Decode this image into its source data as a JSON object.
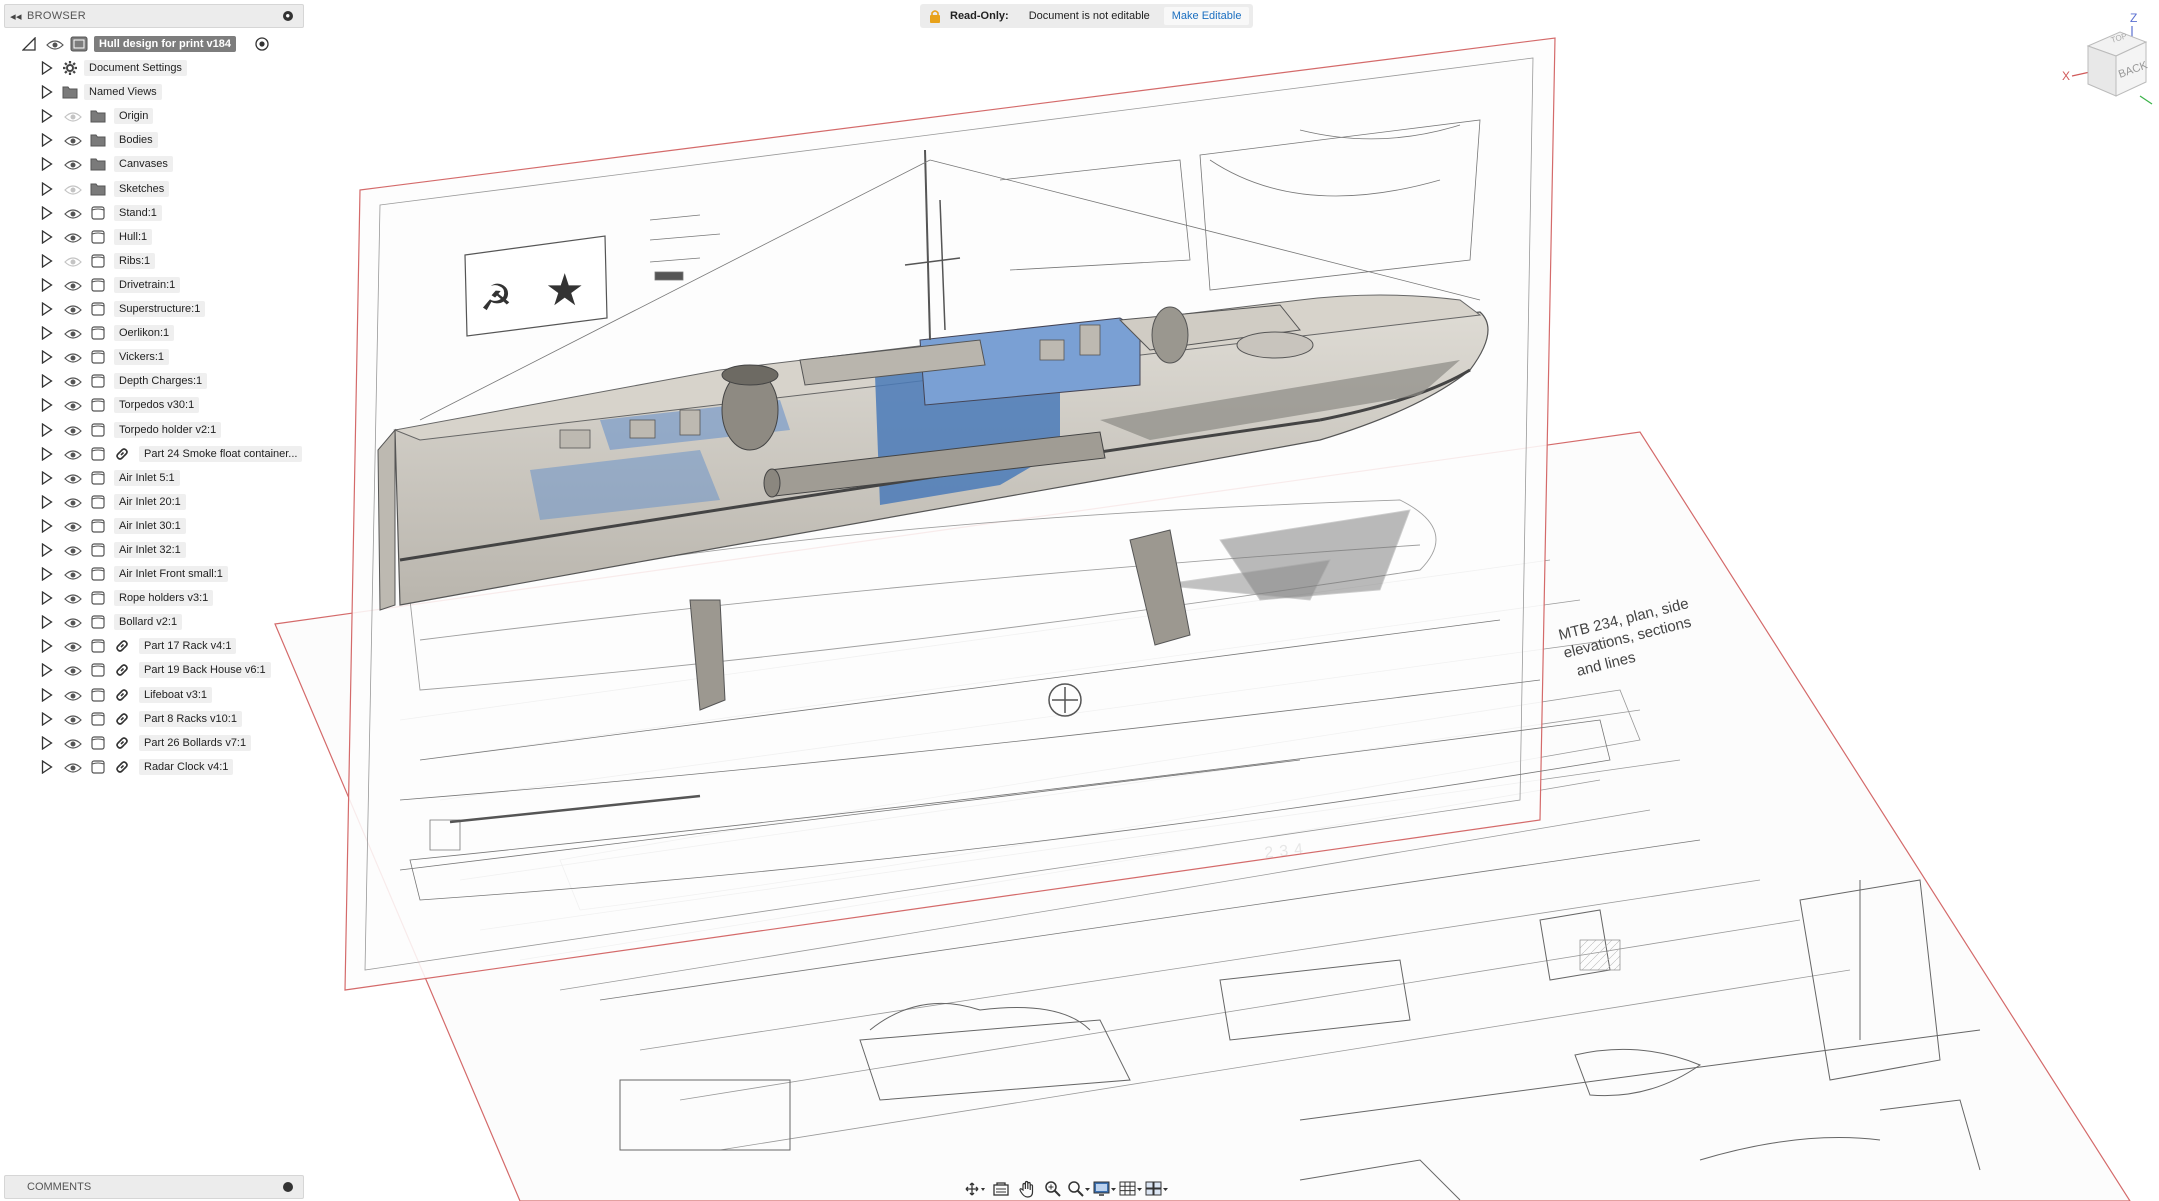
{
  "browser": {
    "title": "BROWSER",
    "collapse_glyph": "◂◂",
    "root": {
      "label": "Hull design for print v184",
      "icon": "component-document-icon"
    },
    "items": [
      {
        "label": "Document Settings",
        "icon": "gear-icon",
        "eye": "none"
      },
      {
        "label": "Named Views",
        "icon": "folder-icon",
        "eye": "none"
      },
      {
        "label": "Origin",
        "icon": "folder-icon",
        "eye": "hidden"
      },
      {
        "label": "Bodies",
        "icon": "folder-icon",
        "eye": "visible"
      },
      {
        "label": "Canvases",
        "icon": "folder-icon",
        "eye": "visible"
      },
      {
        "label": "Sketches",
        "icon": "folder-icon",
        "eye": "hidden"
      },
      {
        "label": "Stand:1",
        "icon": "component-icon",
        "eye": "visible"
      },
      {
        "label": "Hull:1",
        "icon": "component-icon",
        "eye": "visible"
      },
      {
        "label": "Ribs:1",
        "icon": "component-icon",
        "eye": "hidden"
      },
      {
        "label": "Drivetrain:1",
        "icon": "component-icon",
        "eye": "visible"
      },
      {
        "label": "Superstructure:1",
        "icon": "component-icon",
        "eye": "visible"
      },
      {
        "label": "Oerlikon:1",
        "icon": "component-icon",
        "eye": "visible"
      },
      {
        "label": "Vickers:1",
        "icon": "component-icon",
        "eye": "visible"
      },
      {
        "label": "Depth Charges:1",
        "icon": "component-icon",
        "eye": "visible"
      },
      {
        "label": "Torpedos v30:1",
        "icon": "component-icon",
        "eye": "visible"
      },
      {
        "label": "Torpedo holder v2:1",
        "icon": "component-icon",
        "eye": "visible"
      },
      {
        "label": "Part 24 Smoke float container...",
        "icon": "component-icon",
        "eye": "visible",
        "linked": true
      },
      {
        "label": "Air Inlet 5:1",
        "icon": "component-icon",
        "eye": "visible"
      },
      {
        "label": "Air Inlet 20:1",
        "icon": "component-icon",
        "eye": "visible"
      },
      {
        "label": "Air Inlet 30:1",
        "icon": "component-icon",
        "eye": "visible"
      },
      {
        "label": "Air Inlet 32:1",
        "icon": "component-icon",
        "eye": "visible"
      },
      {
        "label": "Air Inlet Front small:1",
        "icon": "component-icon",
        "eye": "visible"
      },
      {
        "label": "Rope holders v3:1",
        "icon": "component-icon",
        "eye": "visible"
      },
      {
        "label": "Bollard v2:1",
        "icon": "component-icon",
        "eye": "visible"
      },
      {
        "label": "Part 17 Rack v4:1",
        "icon": "component-icon",
        "eye": "visible",
        "linked": true
      },
      {
        "label": "Part 19 Back House v6:1",
        "icon": "component-icon",
        "eye": "visible",
        "linked": true
      },
      {
        "label": "Lifeboat v3:1",
        "icon": "component-icon",
        "eye": "visible",
        "linked": true
      },
      {
        "label": "Part 8 Racks v10:1",
        "icon": "component-icon",
        "eye": "visible",
        "linked": true
      },
      {
        "label": "Part 26 Bollards v7:1",
        "icon": "component-icon",
        "eye": "visible",
        "linked": true
      },
      {
        "label": "Radar Clock v4:1",
        "icon": "component-icon",
        "eye": "visible",
        "linked": true
      }
    ]
  },
  "comments": {
    "title": "COMMENTS"
  },
  "banner": {
    "readonly_label": "Read-Only:",
    "message": "Document is not editable",
    "make_editable": "Make Editable"
  },
  "canvas_text": {
    "plan_title_1": "MTB 234, plan, side",
    "plan_title_2": "elevations, sections",
    "plan_title_3": "and lines",
    "hull_number": "234"
  },
  "viewcube": {
    "face": "BACK",
    "top_face": "TOP",
    "axis_z": "Z",
    "axis_x": "X"
  },
  "toolbar": {
    "tools": [
      "orbit-icon",
      "look-at-icon",
      "pan-icon",
      "zoom-icon",
      "zoom-window-icon",
      "display-settings-icon",
      "grid-settings-icon",
      "viewports-icon"
    ]
  },
  "colors": {
    "accent_blue": "#1b6fc0",
    "hull_blue": "#4a7ab8",
    "hull_grey": "#c9c6bf",
    "canvas_line": "#d46a6a"
  }
}
